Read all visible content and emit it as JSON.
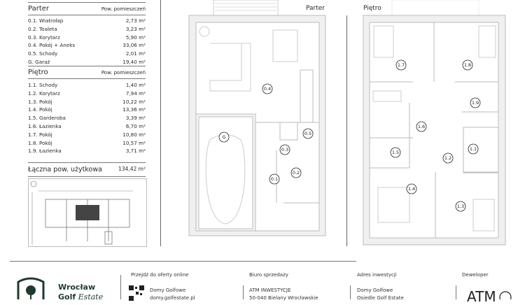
{
  "parter": {
    "title": "Parter",
    "col_header": "Pow. pomieszczeń",
    "rooms": [
      {
        "name": "0.1. Wiatrołap",
        "area": "2,73 m²"
      },
      {
        "name": "0.2. Toaleta",
        "area": "3,23 m²"
      },
      {
        "name": "0.3. Korytarz",
        "area": "5,90 m²"
      },
      {
        "name": "0.4. Pokój + Aneks",
        "area": "33,06 m²"
      },
      {
        "name": "0.5. Schody",
        "area": "2,01 m²"
      },
      {
        "name": "G. Garaż",
        "area": "19,40 m²"
      }
    ]
  },
  "pietro": {
    "title": "Piętro",
    "col_header": "Pow. pomieszczeń",
    "rooms": [
      {
        "name": "1.1. Schody",
        "area": "1,40 m²"
      },
      {
        "name": "1.2. Korytarz",
        "area": "7,94 m²"
      },
      {
        "name": "1.3. Pokój",
        "area": "10,22 m²"
      },
      {
        "name": "1.4. Pokój",
        "area": "13,36 m²"
      },
      {
        "name": "1.5. Garderoba",
        "area": "3,39 m²"
      },
      {
        "name": "1.6. Łazienka",
        "area": "6,70 m²"
      },
      {
        "name": "1.7. Pokój",
        "area": "10,80 m²"
      },
      {
        "name": "1.8. Pokój",
        "area": "10,57 m²"
      },
      {
        "name": "1.9. Łazienka",
        "area": "3,71 m²"
      }
    ]
  },
  "total": {
    "label": "Łączna pow. użytkowa",
    "value": "134,42 m²"
  },
  "plans": {
    "parter_title": "Parter",
    "pietro_title": "Piętro",
    "parter_labels": [
      "0.4",
      "G",
      "0.3",
      "0.5",
      "0.2",
      "0.1"
    ],
    "pietro_labels": [
      "1.7",
      "1.8",
      "1.9",
      "1.6",
      "1.5",
      "1.1",
      "1.2",
      "1.4",
      "1.3"
    ]
  },
  "footer": {
    "logo_line1": "Wrocław",
    "logo_line2a": "Golf",
    "logo_line2b": "Estate",
    "online_title": "Przejdź do oferty online",
    "online_line1": "Domy Golfowe",
    "online_line2": "domy.golfestate.pl",
    "office_title": "Biuro sprzedaży",
    "office_line1": "ATM INWESTYCJE",
    "office_line2": "50-040 Bielany Wrocławskie",
    "address_title": "Adres inwestycji",
    "address_line1": "Domy Golfowe",
    "address_line2": "Osiedle Golf Estate",
    "developer_title": "Deweloper",
    "developer_logo": "ATM"
  }
}
